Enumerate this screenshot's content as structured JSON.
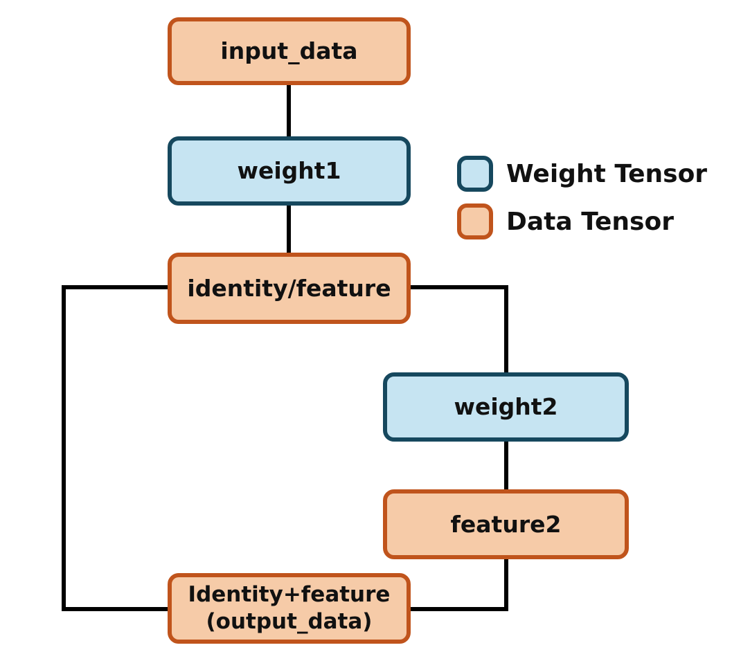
{
  "diagram": {
    "type": "flow-diagram",
    "description": "Residual block tensor flow",
    "background": "#ffffff",
    "connector_color": "#000000",
    "text_color": "#111111"
  },
  "nodes": {
    "input_data": {
      "label": "input_data",
      "type": "data"
    },
    "weight1": {
      "label": "weight1",
      "type": "weight"
    },
    "identity_feature": {
      "label": "identity/feature",
      "type": "data"
    },
    "weight2": {
      "label": "weight2",
      "type": "weight"
    },
    "feature2": {
      "label": "feature2",
      "type": "data"
    },
    "output": {
      "label_line1": "Identity+feature",
      "label_line2": "(output_data)",
      "type": "data"
    }
  },
  "edges": [
    "input_data -> weight1",
    "weight1 -> identity/feature",
    "identity/feature -> weight2",
    "weight2 -> feature2",
    "feature2 -> Identity+feature (output_data)",
    "identity/feature -> Identity+feature (output_data) (skip connection)"
  ],
  "legend": {
    "items": [
      {
        "label": "Weight Tensor",
        "fill": "#c6e4f2",
        "border": "#16485e"
      },
      {
        "label": "Data Tensor",
        "fill": "#f6cba8",
        "border": "#c0541c"
      }
    ]
  },
  "colors": {
    "data_fill": "#f6cba8",
    "data_border": "#c0541c",
    "weight_fill": "#c6e4f2",
    "weight_border": "#16485e",
    "connector": "#000000",
    "background": "#ffffff"
  }
}
